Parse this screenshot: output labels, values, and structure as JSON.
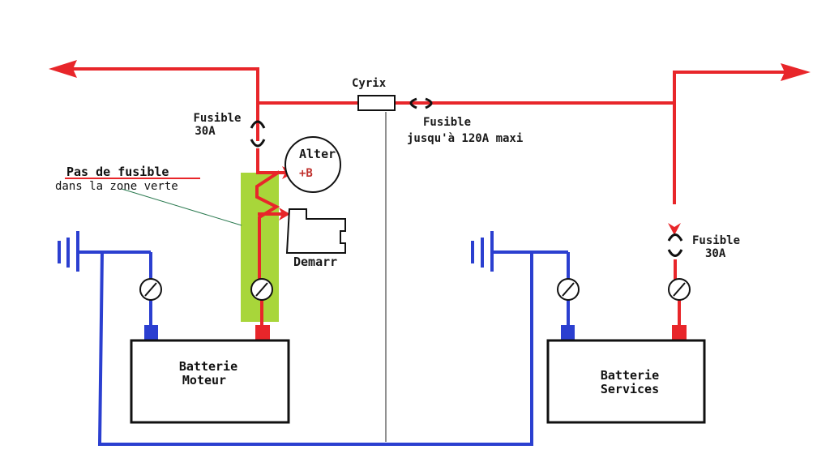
{
  "labels": {
    "cyrix": "Cyrix",
    "fuse_left_line1": "Fusible",
    "fuse_left_line2": "30A",
    "fuse_center_line1": "Fusible",
    "fuse_center_line2": "jusqu'à 120A maxi",
    "fuse_right_line1": "Fusible",
    "fuse_right_line2": "30A",
    "alter": "Alter",
    "alter_terminal": "+B",
    "demarr": "Demarr",
    "warning_title": "Pas de fusible",
    "warning_sub": "dans la zone verte"
  },
  "batteries": {
    "engine": {
      "line1": "Batterie",
      "line2": "Moteur"
    },
    "services": {
      "line1": "Batterie",
      "line2": "Services"
    }
  },
  "colors": {
    "positive_wire": "#e8262a",
    "negative_wire": "#2b3fd0",
    "green_zone": "#a8d63a",
    "outline": "#111111"
  }
}
